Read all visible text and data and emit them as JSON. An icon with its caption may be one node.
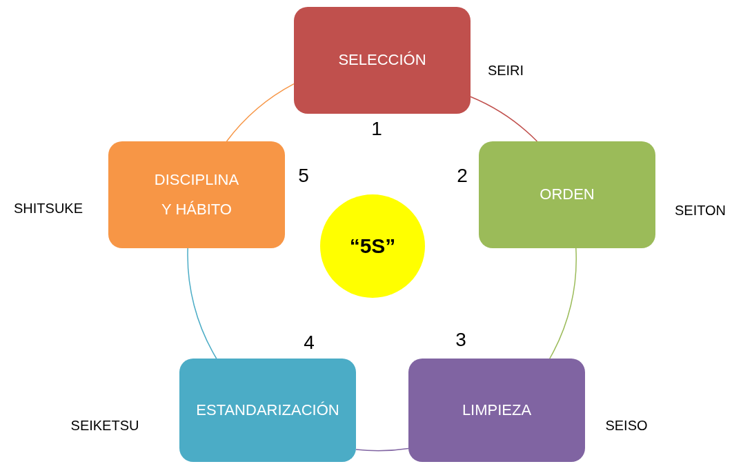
{
  "diagram": {
    "nodes": [
      {
        "text": [
          "SELECCIÓN"
        ],
        "beside": [
          "1",
          "SEIRI"
        ]
      },
      {
        "text": [
          "ORDEN"
        ],
        "beside": [
          "2",
          "SEITON"
        ]
      },
      {
        "text": [
          "LIMPIEZA"
        ],
        "beside": [
          "3",
          "SEISO"
        ]
      },
      {
        "text": [
          "ESTANDARIZACIÓN"
        ],
        "beside": [
          "4",
          "SEIKETSU"
        ]
      },
      {
        "text": [
          "DISCIPLINA Y HÁBITO"
        ],
        "beside": [
          "5",
          "SHITSUKE"
        ]
      },
      {
        "text": [
          "“5S”"
        ]
      }
    ],
    "edges": [
      {
        "from": 0,
        "to": 1,
        "arrow": "none",
        "color": "#c0504d"
      },
      {
        "from": 1,
        "to": 2,
        "arrow": "none",
        "color": "#9bbb59"
      },
      {
        "from": 2,
        "to": 3,
        "arrow": "none",
        "color": "#8064a2"
      },
      {
        "from": 3,
        "to": 4,
        "arrow": "none",
        "color": "#4bacc6"
      },
      {
        "from": 4,
        "to": 0,
        "arrow": "none",
        "color": "#f79646"
      }
    ]
  }
}
